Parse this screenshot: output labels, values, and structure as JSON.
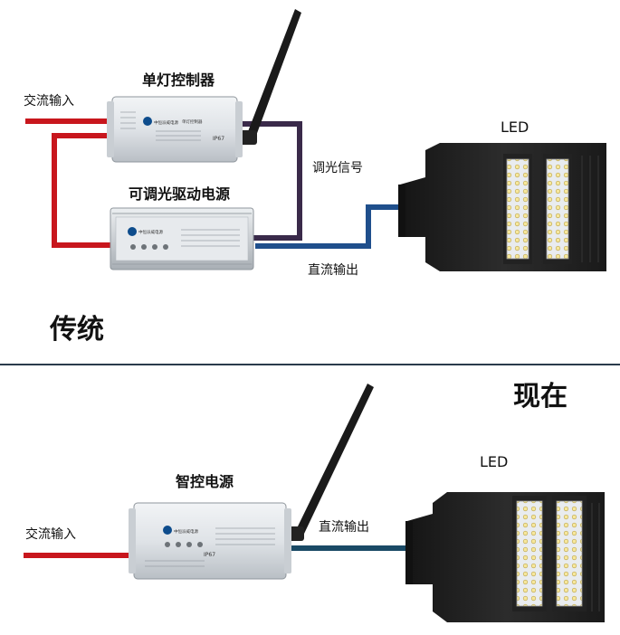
{
  "traditional": {
    "section_title": "传统",
    "ac_input": "交流输入",
    "controller": {
      "label": "单灯控制器",
      "brand": "中恒派威电源",
      "model": "单灯控制器",
      "rating": "IP67"
    },
    "driver": {
      "label": "可调光驱动电源",
      "brand": "中恒派威电源"
    },
    "dimming_signal": "调光信号",
    "dc_output": "直流输出",
    "led_label": "LED"
  },
  "current": {
    "section_title": "现在",
    "ac_input": "交流输入",
    "smart_power": {
      "label": "智控电源",
      "brand": "中恒派威电源",
      "rating": "IP67"
    },
    "dc_output": "直流输出",
    "led_label": "LED"
  },
  "colors": {
    "ac_wire": "#c8161d",
    "dimming_wire": "#3a2a4a",
    "dc_wire": "#1f4f8c",
    "dc_wire_now": "#1a4a66",
    "divider": "#2a3b4c",
    "lamp_body": "#1e1e1e"
  }
}
